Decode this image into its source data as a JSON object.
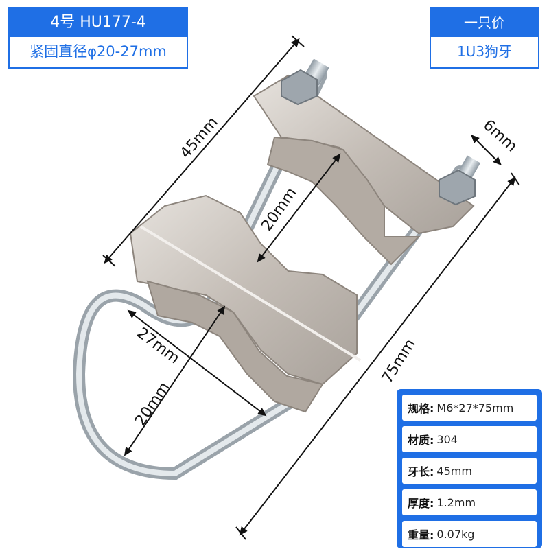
{
  "header_left": {
    "model": "4号 HU177-4",
    "range": "紧固直径φ20-27mm"
  },
  "header_right": {
    "price_label": "一只价",
    "contents": "1U3狗牙"
  },
  "dimensions": {
    "d45": "45mm",
    "d6": "6mm",
    "d20_upper": "20mm",
    "d27": "27mm",
    "d20_lower": "20mm",
    "d75": "75mm"
  },
  "specs": [
    {
      "key": "规格:",
      "value": "M6*27*75mm"
    },
    {
      "key": "材质:",
      "value": "304"
    },
    {
      "key": "牙长:",
      "value": "45mm"
    },
    {
      "key": "厚度:",
      "value": "1.2mm"
    },
    {
      "key": "重量:",
      "value": "0.07kg"
    }
  ],
  "colors": {
    "accent": "#1f6fe5",
    "metal": "#c9c3bd"
  }
}
